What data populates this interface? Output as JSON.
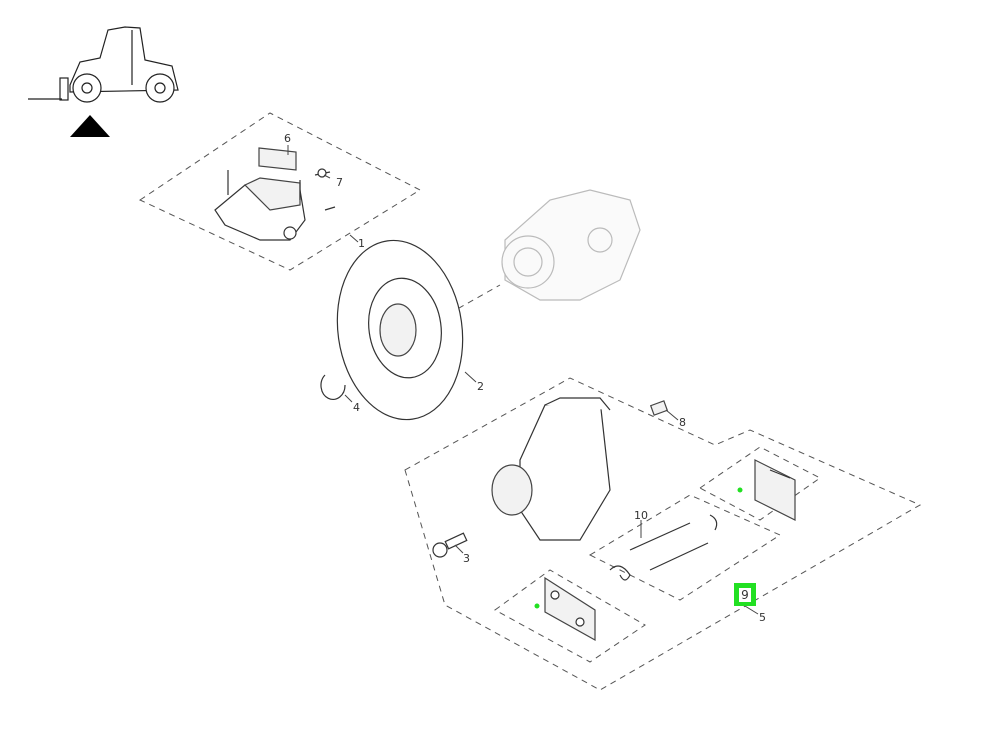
{
  "diagram": {
    "orientation_marker": "triangle-up",
    "callouts": [
      {
        "id": "1",
        "label": "1"
      },
      {
        "id": "2",
        "label": "2"
      },
      {
        "id": "3",
        "label": "3"
      },
      {
        "id": "4",
        "label": "4"
      },
      {
        "id": "5",
        "label": "5"
      },
      {
        "id": "6",
        "label": "6"
      },
      {
        "id": "7",
        "label": "7"
      },
      {
        "id": "8",
        "label": "8"
      },
      {
        "id": "9",
        "label": "9"
      },
      {
        "id": "10",
        "label": "10"
      }
    ],
    "highlight_color": "#22e022",
    "highlighted_callout": "9"
  }
}
